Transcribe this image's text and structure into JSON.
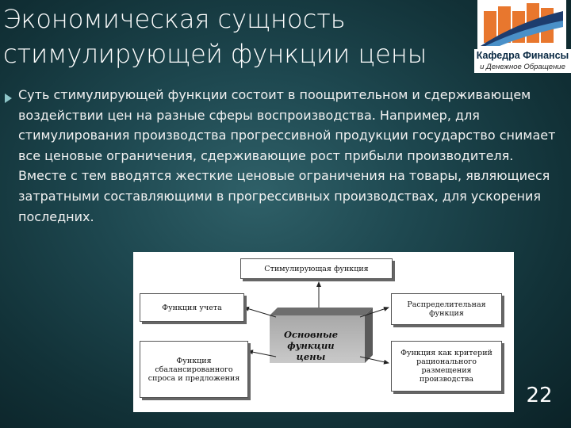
{
  "slide": {
    "title_line1": "Экономическая сущность",
    "title_line2": "стимулирующей функции цены",
    "body": "Суть стимулирующей функции состоит в поощрительном и сдерживающем воздействии цен на разные сферы воспроизводства. Например, для стимулирования производства прогрессивной продукции государство снимает все ценовые ограничения, сдерживающие рост прибыли производителя. Вместе с тем вводятся жесткие ценовые ограничения на товары, являющиеся затратными составляющими в прогрессивных производствах, для ускорения последних.",
    "page_number": "22"
  },
  "logo": {
    "line1": "Кафедра Финансы",
    "line2": "и Денежное Обращение",
    "colors": [
      "#e8772e",
      "#4a90c8",
      "#1d3d6e"
    ]
  },
  "diagram": {
    "center_line1": "Основные",
    "center_line2": "функции цены",
    "boxes": {
      "top": "Стимулирующая функция",
      "left_top": "Функция учета",
      "left_bottom": "Функция сбалансированного спроса и предложения",
      "right_top": "Распределительная функция",
      "right_bottom": "Функция как критерий рационального размещения производства"
    }
  }
}
